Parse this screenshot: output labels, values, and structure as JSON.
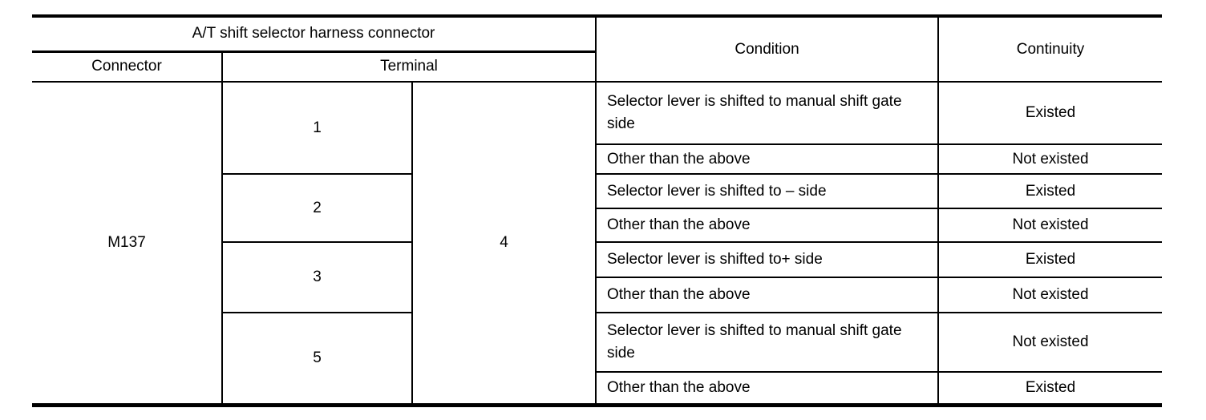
{
  "table": {
    "header": {
      "harness_group": "A/T shift selector harness connector",
      "connector": "Connector",
      "terminal": "Terminal",
      "condition": "Condition",
      "continuity": "Continuity"
    },
    "connector_value": "M137",
    "terminal_b": "4",
    "groups": [
      {
        "terminal_a": "1",
        "rows": [
          {
            "condition": "Selector lever is shifted to manual shift gate side",
            "continuity": "Existed"
          },
          {
            "condition": "Other than the above",
            "continuity": "Not existed"
          }
        ]
      },
      {
        "terminal_a": "2",
        "rows": [
          {
            "condition": "Selector lever is shifted to – side",
            "continuity": "Existed"
          },
          {
            "condition": "Other than the above",
            "continuity": "Not existed"
          }
        ]
      },
      {
        "terminal_a": "3",
        "rows": [
          {
            "condition": "Selector lever is shifted to+ side",
            "continuity": "Existed"
          },
          {
            "condition": "Other than the above",
            "continuity": "Not existed"
          }
        ]
      },
      {
        "terminal_a": "5",
        "rows": [
          {
            "condition": "Selector lever is shifted to manual shift gate side",
            "continuity": "Not existed"
          },
          {
            "condition": "Other than the above",
            "continuity": "Existed"
          }
        ]
      }
    ]
  },
  "colors": {
    "border": "#000000",
    "background": "#ffffff",
    "text": "#000000"
  }
}
